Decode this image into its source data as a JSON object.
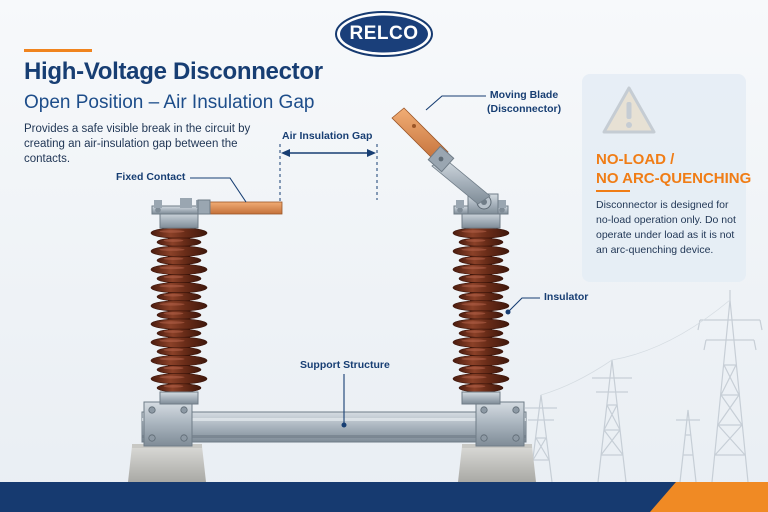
{
  "brand": {
    "logo_text": "RELCO"
  },
  "header": {
    "title": "High-Voltage Disconnector",
    "subtitle": "Open Position – Air Insulation Gap",
    "description": "Provides a safe visible break in the circuit by creating an air-insulation gap between the contacts."
  },
  "labels": {
    "air_gap": "Air Insulation Gap",
    "moving_blade_line1": "Moving Blade",
    "moving_blade_line2": "(Disconnector)",
    "fixed_contact": "Fixed Contact",
    "insulator": "Insulator",
    "support_structure": "Support Structure"
  },
  "warning": {
    "icon": "warning-triangle-icon",
    "title_line1": "NO-LOAD /",
    "title_line2": "NO ARC-QUENCHING",
    "body": "Disconnector is designed for no-load operation only. Do not operate under load as it is not an arc-quenching device."
  },
  "colors": {
    "navy": "#163a70",
    "accent_orange": "#f07d16",
    "porcelain_brown": "#6e2f1c",
    "copper": "#d98a4e",
    "steel": "#a9b4be"
  }
}
